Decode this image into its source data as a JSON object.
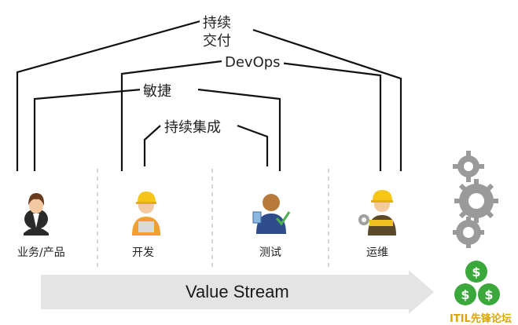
{
  "brackets": {
    "cd_line1": "持续",
    "cd_line2": "交付",
    "devops": "DevOps",
    "agile": "敏捷",
    "ci": "持续集成"
  },
  "roles": [
    {
      "label": "业务/产品",
      "icon": "businesswoman-icon"
    },
    {
      "label": "开发",
      "icon": "developer-worker-icon"
    },
    {
      "label": "测试",
      "icon": "tester-icon"
    },
    {
      "label": "运维",
      "icon": "operations-worker-icon"
    }
  ],
  "value_stream": "Value Stream",
  "watermark": "ITIL先锋论坛",
  "icons": [
    "gears-icon",
    "money-icon"
  ],
  "colors": {
    "line": "#111111",
    "arrow": "#e4e4e4",
    "dashed": "#bbbbbb",
    "money": "#3aa83a",
    "gear": "#9a9a9a"
  }
}
